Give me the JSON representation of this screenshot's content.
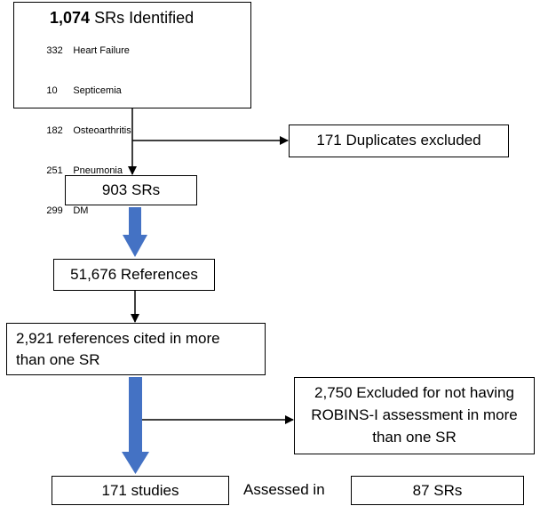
{
  "identified": {
    "count": "1,074",
    "label": "SRs Identified",
    "conditions": [
      {
        "n": "332",
        "name": "Heart Failure"
      },
      {
        "n": "10",
        "name": "Septicemia"
      },
      {
        "n": "182",
        "name": "Osteoarthritis"
      },
      {
        "n": "251",
        "name": "Pneumonia"
      },
      {
        "n": "299",
        "name": "DM"
      }
    ]
  },
  "duplicates": "171 Duplicates excluded",
  "srs": "903 SRs",
  "references": "51,676 References",
  "cited": {
    "line1": "2,921 references cited in more",
    "line2": "than one SR"
  },
  "excluded": {
    "line1": "2,750 Excluded for not having",
    "line2": "ROBINS-I assessment in more",
    "line3": "than one SR"
  },
  "studies": "171 studies",
  "assessed_in": "Assessed in",
  "final_srs": "87 SRs",
  "colors": {
    "arrow_blue": "#4472C4",
    "line": "#000000"
  }
}
